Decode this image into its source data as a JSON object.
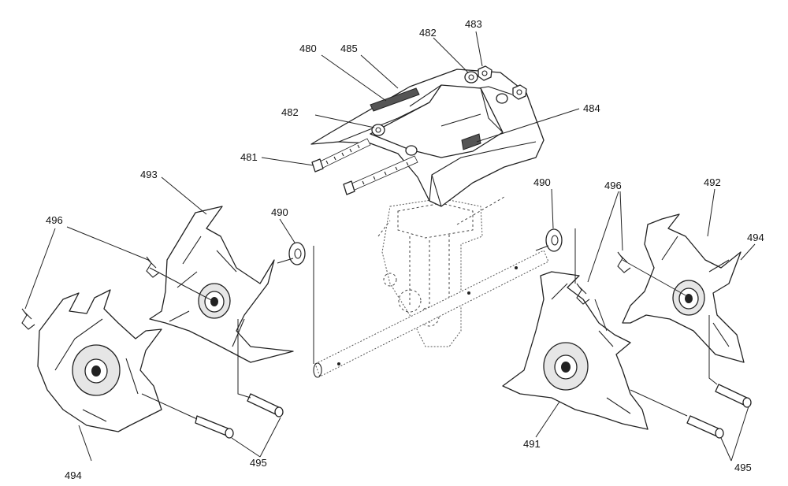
{
  "callouts": {
    "c480": "480",
    "c485": "485",
    "c482a": "482",
    "c483": "483",
    "c482b": "482",
    "c484": "484",
    "c481": "481",
    "c493": "493",
    "c490a": "490",
    "c490b": "490",
    "c496a": "496",
    "c496b": "496",
    "c492": "492",
    "c494a": "494",
    "c494b": "494",
    "c495a": "495",
    "c495b": "495",
    "c491": "491"
  },
  "colors": {
    "line": "#222222",
    "decal": "#555555",
    "background": "#ffffff"
  }
}
